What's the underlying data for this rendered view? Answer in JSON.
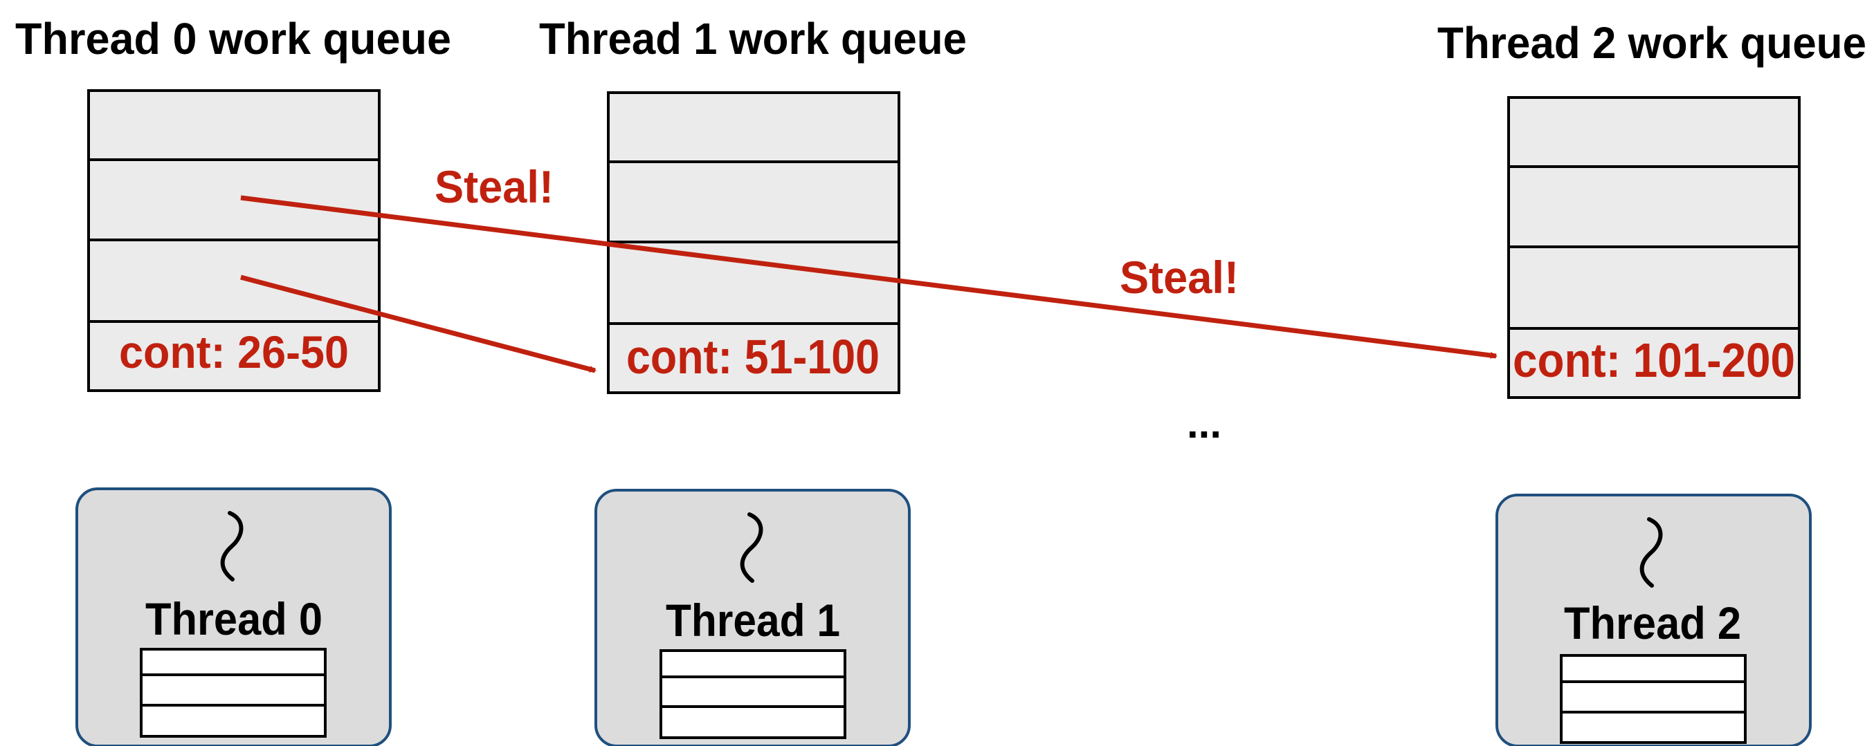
{
  "queues": [
    {
      "title": "Thread 0 work queue",
      "cont_label": "cont: 26-50"
    },
    {
      "title": "Thread 1 work queue",
      "cont_label": "cont: 51-100"
    },
    {
      "title": "Thread 2 work queue",
      "cont_label": "cont: 101-200"
    }
  ],
  "steal_labels": [
    "Steal!",
    "Steal!"
  ],
  "ellipsis": "...",
  "threads": [
    {
      "label": "Thread 0"
    },
    {
      "label": "Thread 1"
    },
    {
      "label": "Thread 2"
    }
  ],
  "colors": {
    "accent_red": "#c0210f",
    "queue_fill": "#ebebeb",
    "thread_box_fill": "#dcdcdc",
    "thread_box_border": "#1f4f7e",
    "outline": "#000000"
  },
  "icons": [
    "thread-squiggle-icon",
    "arrow-icon"
  ]
}
